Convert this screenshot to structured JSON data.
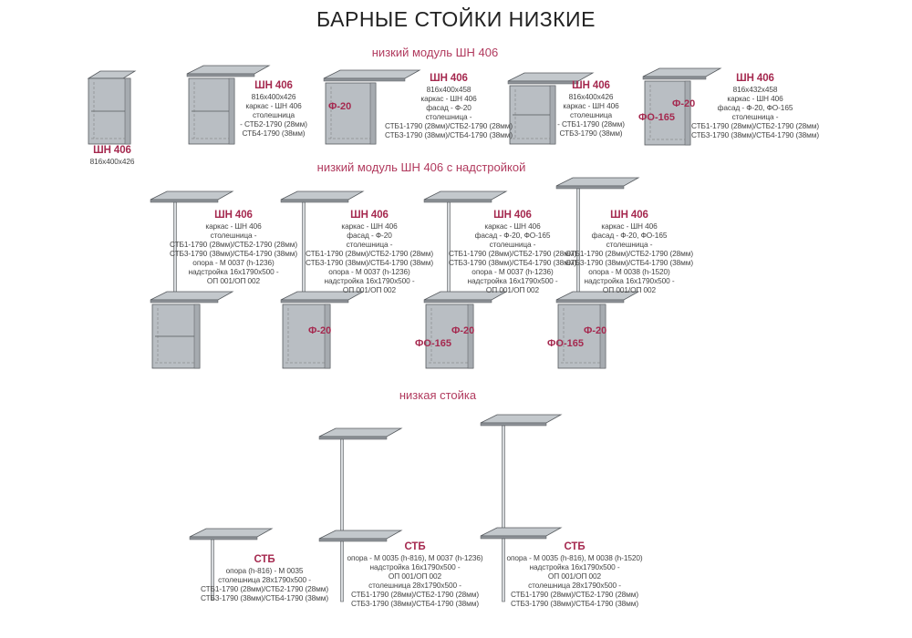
{
  "title": "БАРНЫЕ СТОЙКИ НИЗКИЕ",
  "sections": [
    "низкий модуль ШН 406",
    "низкий модуль ШН 406 с надстройкой",
    "низкая стойка"
  ],
  "tags": {
    "f20": "Ф-20",
    "fo165": "ФО-165"
  },
  "items": [
    {
      "name": "ШН 406",
      "lines": [
        "816x400x426"
      ]
    },
    {
      "name": "ШН 406",
      "lines": [
        "816x400x426",
        "каркас - ШН 406",
        "столешница",
        "- СТБ2-1790 (28мм)",
        "СТБ4-1790 (38мм)"
      ]
    },
    {
      "name": "ШН 406",
      "lines": [
        "816x400x458",
        "каркас - ШН 406",
        "фасад - Ф-20",
        "столешница -",
        "СТБ1-1790 (28мм)/СТБ2-1790 (28мм)",
        "СТБ3-1790 (38мм)/СТБ4-1790 (38мм)"
      ]
    },
    {
      "name": "ШН 406",
      "lines": [
        "816x400x426",
        "каркас - ШН 406",
        "столешница",
        "- СТБ1-1790 (28мм)",
        "СТБ3-1790 (38мм)"
      ]
    },
    {
      "name": "ШН 406",
      "lines": [
        "816x432x458",
        "каркас - ШН 406",
        "фасад - Ф-20, ФО-165",
        "столешница -",
        "СТБ1-1790 (28мм)/СТБ2-1790 (28мм)",
        "СТБ3-1790 (38мм)/СТБ4-1790 (38мм)"
      ]
    },
    {
      "name": "ШН 406",
      "lines": [
        "каркас - ШН 406",
        "столешница -",
        "СТБ1-1790 (28мм)/СТБ2-1790 (28мм)",
        "СТБ3-1790 (38мм)/СТБ4-1790 (38мм)",
        "опора - М 0037 (h-1236)",
        "надстройка 16x1790x500 -",
        "ОП 001/ОП 002"
      ]
    },
    {
      "name": "ШН 406",
      "lines": [
        "каркас - ШН 406",
        "фасад - Ф-20",
        "столешница -",
        "СТБ1-1790 (28мм)/СТБ2-1790 (28мм)",
        "СТБ3-1790 (38мм)/СТБ4-1790 (38мм)",
        "опора - М 0037 (h-1236)",
        "надстройка 16x1790x500 -",
        "ОП 001/ОП 002"
      ]
    },
    {
      "name": "ШН 406",
      "lines": [
        "каркас - ШН 406",
        "фасад - Ф-20, ФО-165",
        "столешница -",
        "СТБ1-1790 (28мм)/СТБ2-1790 (28мм)",
        "СТБ3-1790 (38мм)/СТБ4-1790 (38мм)",
        "опора - М 0037 (h-1236)",
        "надстройка 16x1790x500 -",
        "ОП 001/ОП 002"
      ]
    },
    {
      "name": "ШН 406",
      "lines": [
        "каркас - ШН 406",
        "фасад - Ф-20, ФО-165",
        "столешница -",
        "СТБ1-1790 (28мм)/СТБ2-1790 (28мм)",
        "СТБ3-1790 (38мм)/СТБ4-1790 (38мм)",
        "опора - М 0038 (h-1520)",
        "надстройка 16x1790x500 -",
        "ОП 001/ОП 002"
      ]
    },
    {
      "name": "СТБ",
      "lines": [
        "опора (h-816) - М 0035",
        "столешница 28x1790x500 -",
        "СТБ1-1790 (28мм)/СТБ2-1790 (28мм)",
        "СТБ3-1790 (38мм)/СТБ4-1790 (38мм)"
      ]
    },
    {
      "name": "СТБ",
      "lines": [
        "опора - М 0035 (h-816), М 0037 (h-1236)",
        "надстройка 16x1790x500 -",
        "ОП 001/ОП 002",
        "столешница 28x1790x500 -",
        "СТБ1-1790 (28мм)/СТБ2-1790 (28мм)",
        "СТБ3-1790 (38мм)/СТБ4-1790 (38мм)"
      ]
    },
    {
      "name": "СТБ",
      "lines": [
        "опора - М 0035 (h-816), М 0038 (h-1520)",
        "надстройка 16x1790x500 -",
        "ОП 001/ОП 002",
        "столешница 28x1790x500 -",
        "СТБ1-1790 (28мм)/СТБ2-1790 (28мм)",
        "СТБ3-1790 (38мм)/СТБ4-1790 (38мм)"
      ]
    }
  ]
}
